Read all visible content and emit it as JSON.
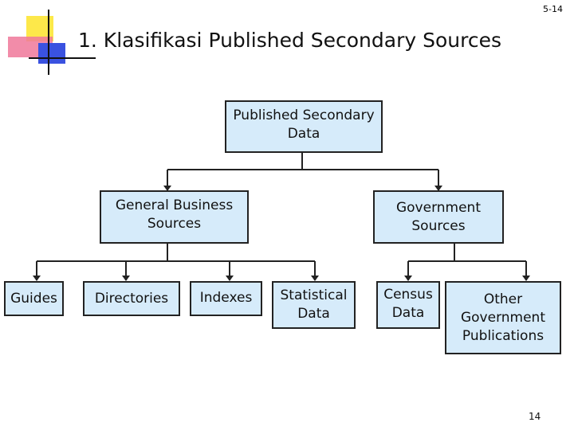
{
  "slide": {
    "number": "5-14",
    "page": "14"
  },
  "title": "1. Klasifikasi Published Secondary Sources",
  "colors": {
    "box_fill": "#d6ebfa",
    "accent_yellow": "#fde84a",
    "accent_pink": "#f0789a",
    "accent_blue": "#3a52e0"
  },
  "diagram": {
    "root": "Published Secondary\nData",
    "general": "General Business\nSources",
    "government": "Government\nSources",
    "guides": "Guides",
    "directories": "Directories",
    "indexes": "Indexes",
    "statistical": "Statistical\nData",
    "census": "Census\nData",
    "other": "Other\nGovernment\nPublications"
  }
}
